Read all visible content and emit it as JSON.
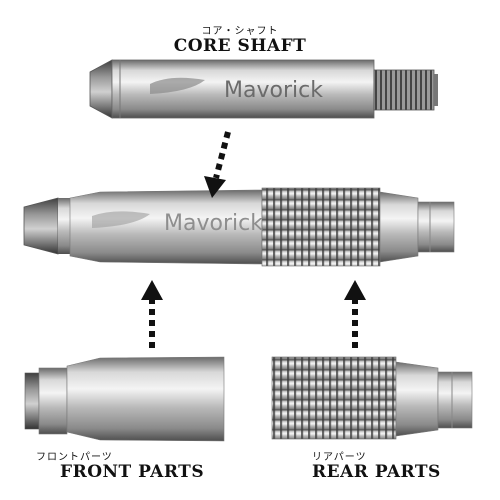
{
  "core": {
    "label_jp": "コア・シャフト",
    "label_en": "CORE SHAFT",
    "engraving": "Mavorick"
  },
  "assembled": {
    "engraving": "Mavorick"
  },
  "front": {
    "label_jp": "フロントパーツ",
    "label_en": "FRONT PARTS"
  },
  "rear": {
    "label_jp": "リアパーツ",
    "label_en": "REAR PARTS"
  },
  "colors": {
    "metal_light": "#e9e9e9",
    "metal_mid": "#a9a9a9",
    "metal_dark": "#5a5a5a",
    "arrow": "#111111"
  }
}
